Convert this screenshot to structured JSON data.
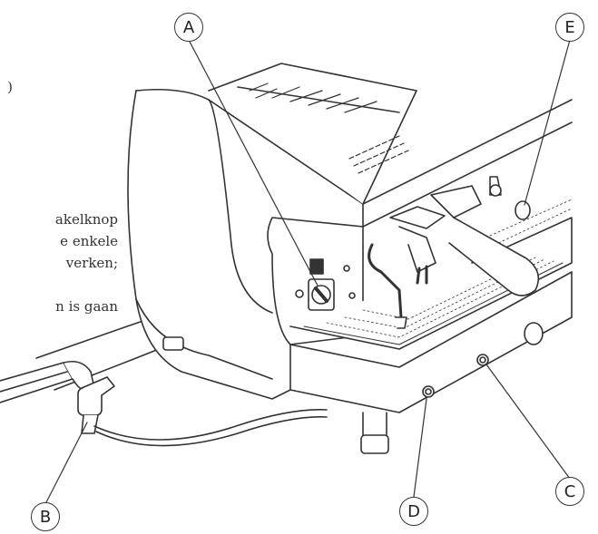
{
  "callouts": {
    "a": "A",
    "b": "B",
    "c": "C",
    "d": "D",
    "e": "E"
  },
  "text_fragments": {
    "paren": ")",
    "line1": "akelknop",
    "line2": "e enkele",
    "line3": "verken;",
    "line4": "n is gaan"
  }
}
